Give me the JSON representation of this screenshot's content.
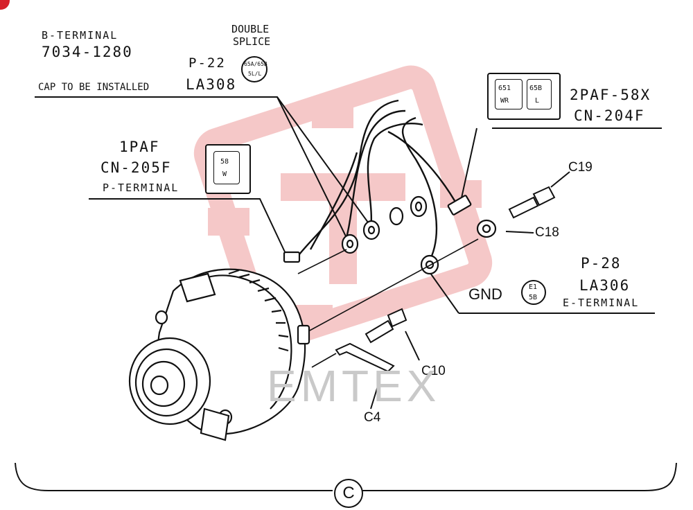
{
  "labels": {
    "b_terminal": "B-TERMINAL",
    "b_terminal_part": "7034-1280",
    "double_splice_line1": "DOUBLE",
    "double_splice_line2": "SPLICE",
    "p22": "P-22",
    "la308": "LA308",
    "cap_note": "CAP TO BE INSTALLED",
    "splice_symbol_top": "65A/65B",
    "splice_symbol_bottom": "5L/L",
    "connector_2paf": "2PAF-58X",
    "cn204f": "CN-204F",
    "conn2_pin1_top": "651",
    "conn2_pin1_bottom": "WR",
    "conn2_pin2_top": "65B",
    "conn2_pin2_bottom": "L",
    "onepaf": "1PAF",
    "cn205f": "CN-205F",
    "p_terminal": "P-TERMINAL",
    "conn1_pin_top": "58",
    "conn1_pin_bottom": "W",
    "c19": "C19",
    "c18": "C18",
    "p28": "P-28",
    "gnd": "GND",
    "la306": "LA306",
    "e_terminal": "E-TERMINAL",
    "gnd_symbol_top": "E1",
    "gnd_symbol_bottom": "5B",
    "c10": "C10",
    "c4": "C4",
    "section": "C",
    "watermark": "EMTEX"
  },
  "colors": {
    "line": "#111111",
    "watermark_logo": "#f2b6b6",
    "corner_mark": "#d6202a"
  }
}
